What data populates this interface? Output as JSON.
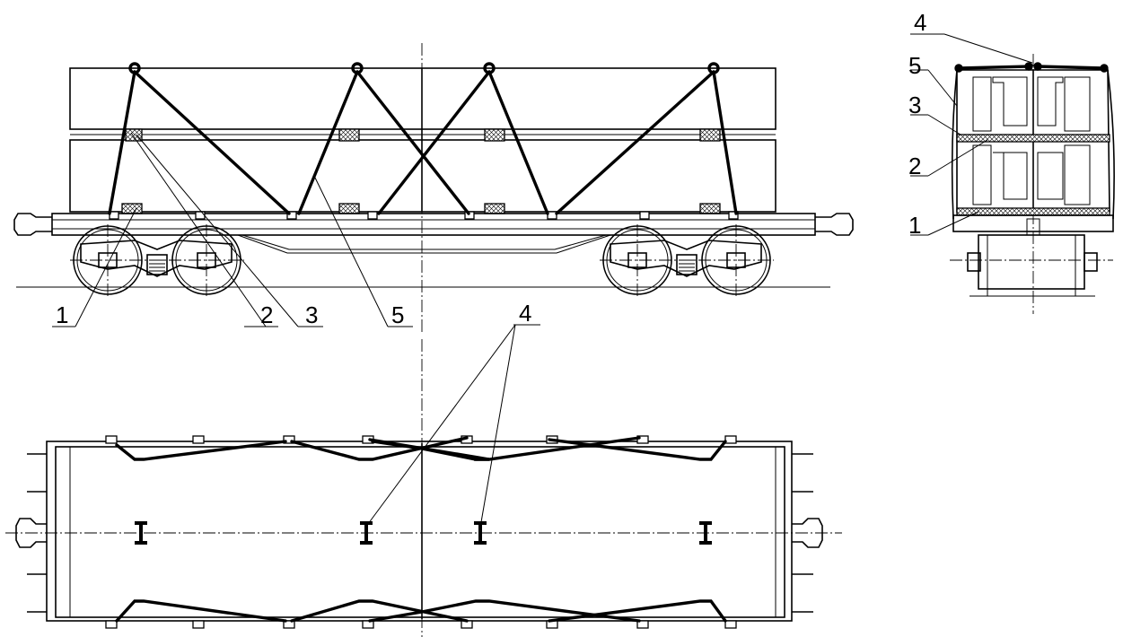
{
  "callouts": {
    "side_1": "1",
    "side_2": "2",
    "side_3": "3",
    "side_5": "5",
    "plan_4": "4",
    "end_4": "4",
    "end_5": "5",
    "end_3": "3",
    "end_2": "2",
    "end_1": "1"
  }
}
